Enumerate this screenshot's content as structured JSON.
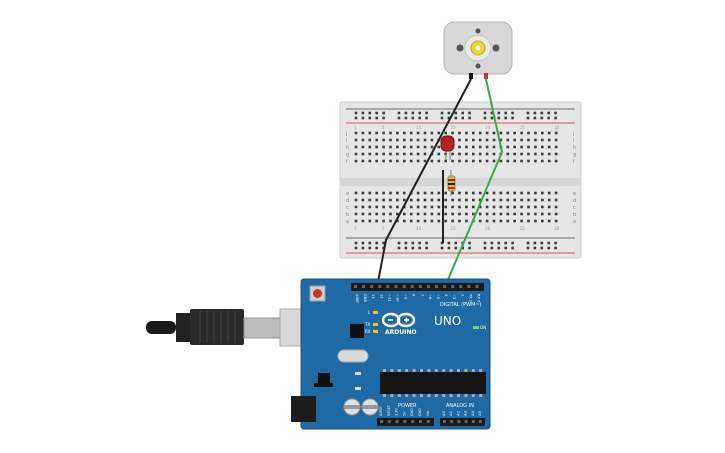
{
  "circuit": {
    "arduino": {
      "brand": "ARDUINO",
      "model": "UNO",
      "header_digital": "DIGITAL (PWM~)",
      "header_power": "POWER",
      "header_analog": "ANALOG IN",
      "led_labels": [
        "L",
        "TX",
        "RX"
      ],
      "on_label": "ON",
      "digital_pins": [
        "AREF",
        "GND",
        "13",
        "12",
        "~11",
        "~10",
        "~9",
        "8",
        "7",
        "~6",
        "~5",
        "4",
        "~3",
        "2",
        "TX 1",
        "RX 0"
      ],
      "power_pins": [
        "IOREF",
        "RESET",
        "3.3V",
        "5V",
        "GND",
        "GND",
        "Vin"
      ],
      "analog_pins": [
        "A0",
        "A1",
        "A2",
        "A3",
        "A4",
        "A5"
      ]
    },
    "breadboard": {
      "row_letters_top": [
        "j",
        "i",
        "h",
        "g",
        "f"
      ],
      "row_letters_bottom": [
        "e",
        "d",
        "c",
        "b",
        "a"
      ],
      "column_numbers": [
        "1",
        "5",
        "10",
        "15",
        "20",
        "25",
        "30"
      ]
    },
    "colors": {
      "board": "#1f6aa5",
      "breadboard": "#e8e8e8",
      "rail_red": "#d9534f",
      "rail_black": "#555555",
      "wire_black": "#222222",
      "wire_green": "#3aa94a",
      "led": "#b22222",
      "motor_body": "#d8d8d8",
      "motor_shaft": "#f2d13a"
    }
  }
}
